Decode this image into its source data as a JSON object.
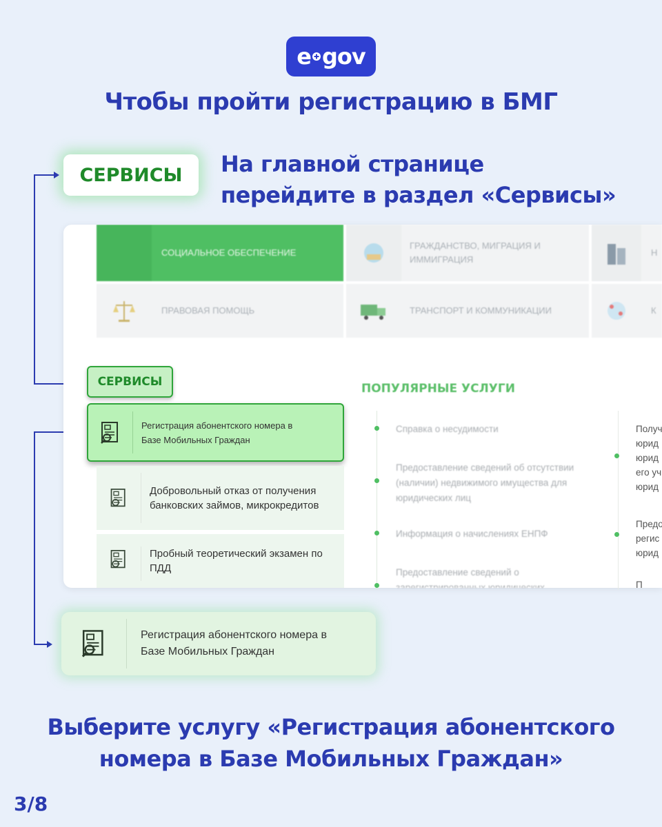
{
  "logo": {
    "text": "e gov"
  },
  "headline": "Чтобы пройти регистрацию в БМГ",
  "services_badge": "СЕРВИСЫ",
  "step1": {
    "line1": "На главной странице",
    "line2": "перейдите в раздел «Сервисы»"
  },
  "categories": {
    "social": "СОЦИАЛЬНОЕ ОБЕСПЕЧЕНИЕ",
    "citizenship_line1": "ГРАЖДАНСТВО, МИГРАЦИЯ И",
    "citizenship_line2": "ИММИГРАЦИЯ",
    "cut1": "Н",
    "legal": "ПРАВОВАЯ ПОМОЩЬ",
    "transport": "ТРАНСПОРТ И КОММУНИКАЦИИ",
    "cut2": "К"
  },
  "services_tab": "СЕРВИСЫ",
  "services": [
    {
      "line1": "Регистрация абонентского номера в",
      "line2": "Базе Мобильных Граждан"
    },
    {
      "line1": "Добровольный отказ от получения",
      "line2": "банковских займов, микрокредитов"
    },
    {
      "line1": "Пробный теоретический экзамен по",
      "line2": "ПДД"
    }
  ],
  "popular": {
    "title": "ПОПУЛЯРНЫЕ УСЛУГИ",
    "items": [
      {
        "lines": [
          "Справка о несудимости"
        ]
      },
      {
        "lines": [
          "Предоставление сведений об отсутствии",
          "(наличии) недвижимого имущества для",
          "юридических лиц"
        ]
      },
      {
        "lines": [
          "Информация о начислениях ЕНПФ"
        ]
      },
      {
        "lines": [
          "Предоставление сведений о",
          "зарегистрированных юридических"
        ]
      }
    ],
    "col2": [
      {
        "lines": [
          "Получ",
          "юрид",
          "юрид",
          "его уч",
          "юрид"
        ]
      },
      {
        "lines": [
          "Предо",
          "регис",
          "юрид"
        ]
      },
      {
        "lines": [
          "П"
        ]
      }
    ]
  },
  "selected_card": {
    "line1": "Регистрация абонентского номера в",
    "line2": "Базе Мобильных Граждан"
  },
  "footer": {
    "line1": "Выберите услугу «Регистрация абонентского",
    "line2": "номера в Базе Мобильных Граждан»"
  },
  "page": "3/8",
  "colors": {
    "brand_blue": "#2f3fd1",
    "text_blue": "#2b3bb0",
    "green": "#2fa53a",
    "light_green": "#b9f2b7"
  },
  "icons": [
    "document-search-icon",
    "scales-icon",
    "truck-icon",
    "building-icon",
    "globe-people-icon",
    "map-pin-icon"
  ]
}
